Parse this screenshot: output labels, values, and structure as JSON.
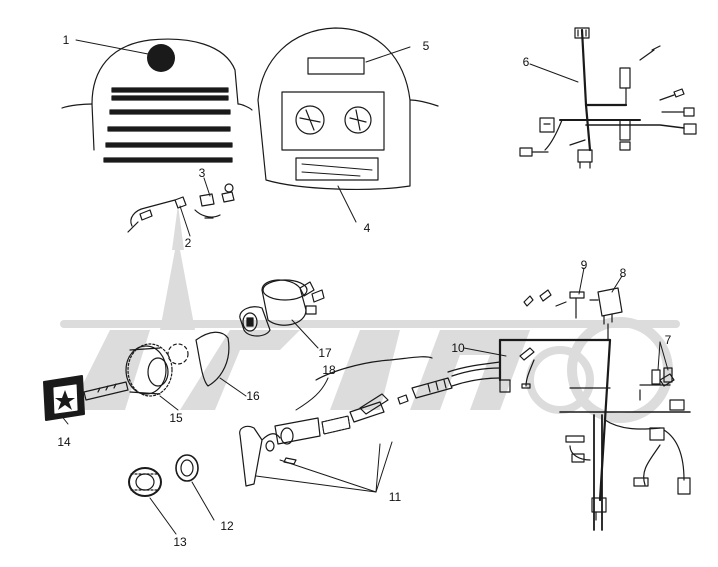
{
  "diagram": {
    "callouts": [
      {
        "id": "1",
        "text": "1"
      },
      {
        "id": "2",
        "text": "2"
      },
      {
        "id": "3",
        "text": "3"
      },
      {
        "id": "4",
        "text": "4"
      },
      {
        "id": "5",
        "text": "5"
      },
      {
        "id": "6",
        "text": "6"
      },
      {
        "id": "7",
        "text": "7"
      },
      {
        "id": "8",
        "text": "8"
      },
      {
        "id": "9",
        "text": "9"
      },
      {
        "id": "10",
        "text": "10"
      },
      {
        "id": "11",
        "text": "11"
      },
      {
        "id": "12",
        "text": "12"
      },
      {
        "id": "13",
        "text": "13"
      },
      {
        "id": "14",
        "text": "14"
      },
      {
        "id": "15",
        "text": "15"
      },
      {
        "id": "16",
        "text": "16"
      },
      {
        "id": "17",
        "text": "17"
      },
      {
        "id": "18",
        "text": "18"
      }
    ]
  },
  "colors": {
    "line": "#1a1a1a",
    "watermark": "#d9d9d9"
  }
}
